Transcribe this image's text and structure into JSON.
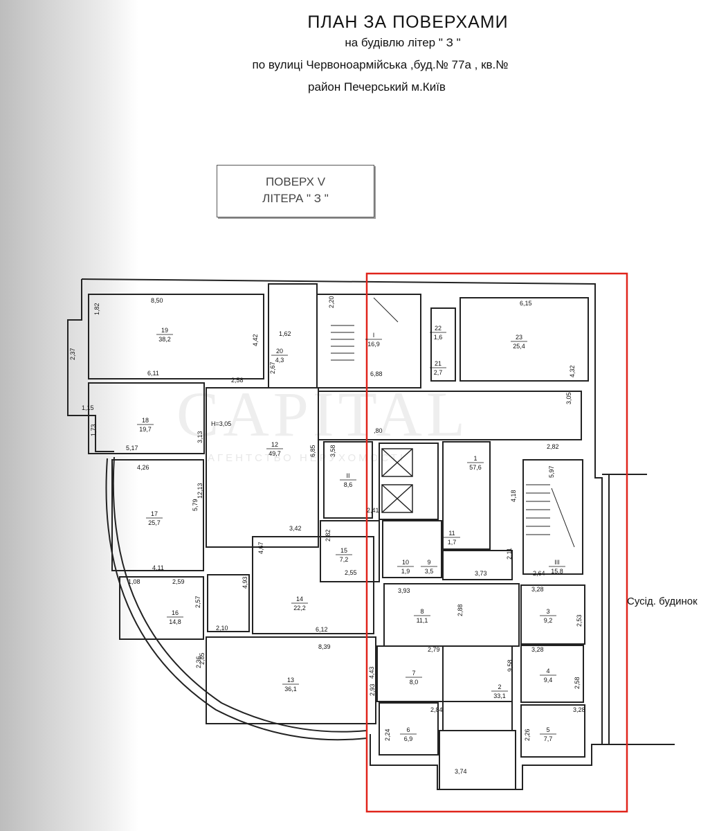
{
  "header": {
    "title": "ПЛАН ЗА ПОВЕРХАМИ",
    "line2": "на будівлю літер \" З \"",
    "line3": "по вулиці Червоноармійська ,буд.№ 77а , кв.№",
    "line4": "район  Печерський  м.Київ"
  },
  "floor_box": {
    "floor": "ПОВЕРХ  V",
    "litera": "ЛІТЕРА \" З \""
  },
  "watermark": {
    "brand": "CAPITAL",
    "subtitle": "АГЕНТСТВО НЕРУХОМОСТІ"
  },
  "neighbor_label": "Сусід. будинок",
  "highlight_color": "#e0241b",
  "rooms": [
    {
      "no": "19",
      "area": "38,2"
    },
    {
      "no": "20",
      "area": "4,3"
    },
    {
      "no": "I",
      "area": "16,9"
    },
    {
      "no": "22",
      "area": "1,6"
    },
    {
      "no": "21",
      "area": "2,7"
    },
    {
      "no": "23",
      "area": "25,4"
    },
    {
      "no": "18",
      "area": "19,7"
    },
    {
      "no": "12",
      "area": "49,7"
    },
    {
      "no": "II",
      "area": "8,6"
    },
    {
      "no": "1",
      "area": "57,6"
    },
    {
      "no": "17",
      "area": "25,7"
    },
    {
      "no": "III",
      "area": "15,8"
    },
    {
      "no": "15",
      "area": "7,2"
    },
    {
      "no": "10",
      "area": "1,9"
    },
    {
      "no": "9",
      "area": "3,5"
    },
    {
      "no": "11",
      "area": "1,7"
    },
    {
      "no": "16",
      "area": "14,8"
    },
    {
      "no": "14",
      "area": "22,2"
    },
    {
      "no": "8",
      "area": "11,1"
    },
    {
      "no": "3",
      "area": "9,2"
    },
    {
      "no": "13",
      "area": "36,1"
    },
    {
      "no": "7",
      "area": "8,0"
    },
    {
      "no": "2",
      "area": "33,1"
    },
    {
      "no": "4",
      "area": "9,4"
    },
    {
      "no": "6",
      "area": "6,9"
    },
    {
      "no": "5",
      "area": "7,7"
    }
  ],
  "ceiling_height": "Н=3,05",
  "dims": [
    "8,50",
    "1,82",
    "2,37",
    "4,42",
    "6,11",
    "1,62",
    "2,67",
    "2,58",
    "2,20",
    "6,88",
    "1,15",
    "1,73",
    "5,17",
    "3,13",
    "6,85",
    "3,58",
    ",80",
    "4,26",
    "5,79",
    "12,13",
    "3,42",
    "2,41",
    "4,67",
    "2,82",
    "2,55",
    "4,11",
    "1,08",
    "2,59",
    "2,57",
    "4,93",
    "2,10",
    "6,12",
    "8,39",
    "2,36",
    "2,85",
    "4,43",
    "2,93",
    "2,84",
    "2,24",
    "3,74",
    "6,15",
    "4,32",
    "3,05",
    "2,82",
    "5,97",
    "4,18",
    "2,11",
    "2,64",
    "3,73",
    "3,93",
    "2,88",
    "2,79",
    "9,58",
    "3,28",
    "2,53",
    "3,28",
    "2,58",
    "3,28",
    "2,26"
  ]
}
